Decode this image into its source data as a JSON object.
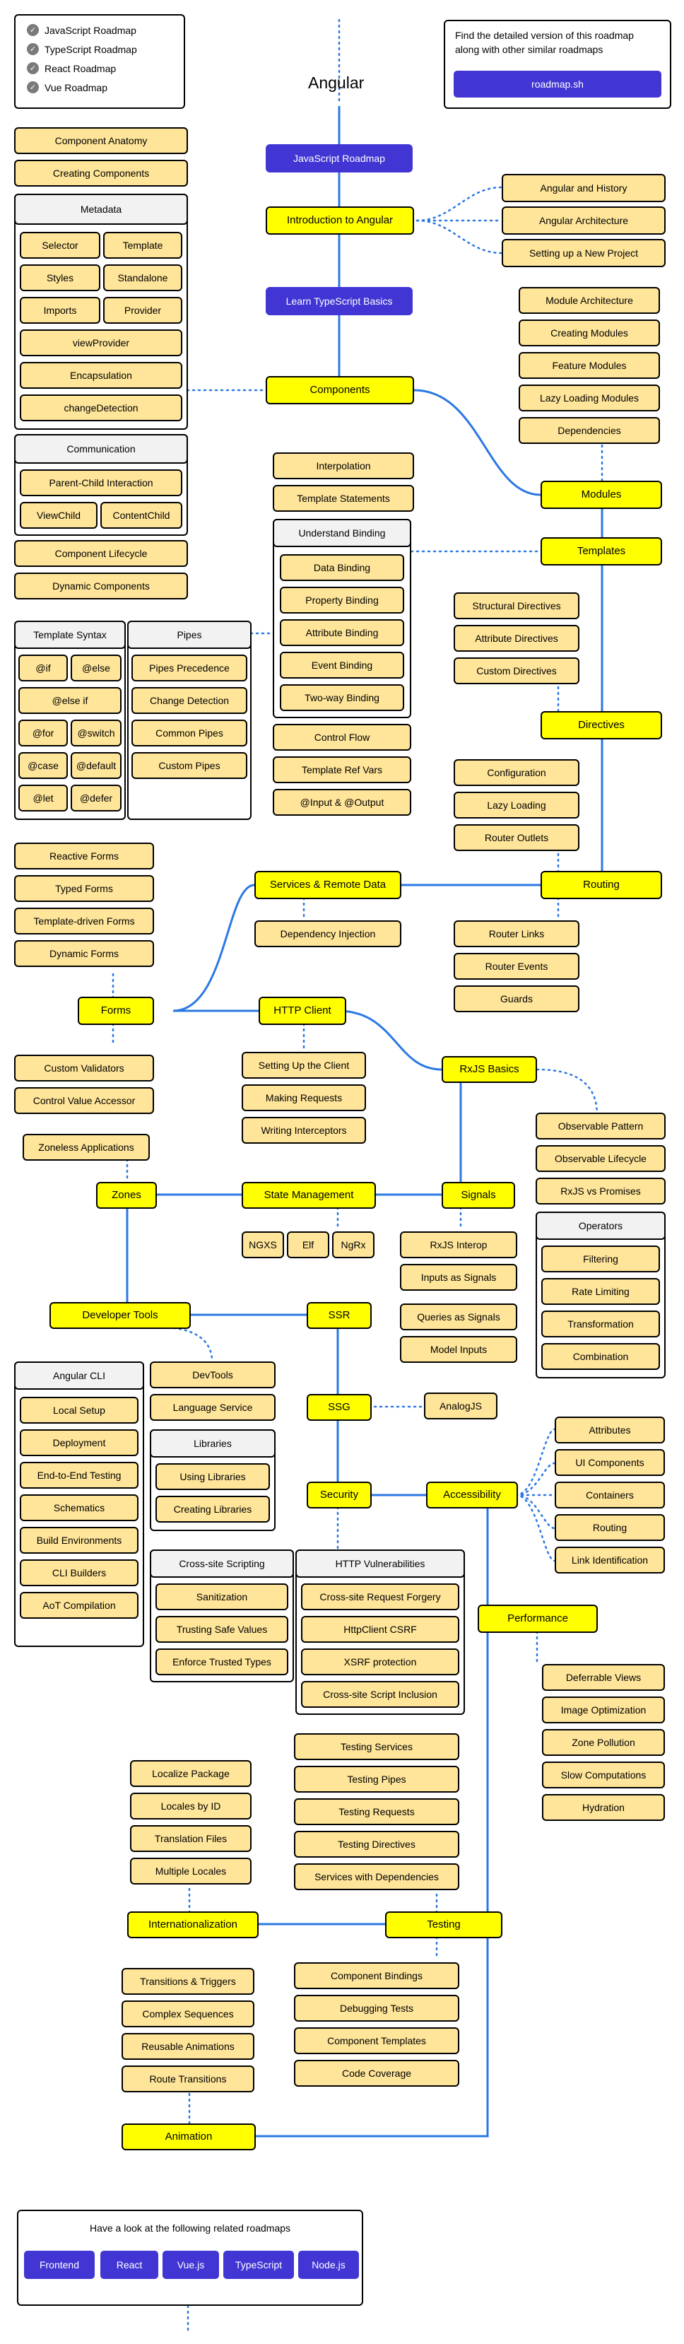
{
  "title": "Angular",
  "legend": [
    "JavaScript Roadmap",
    "TypeScript Roadmap",
    "React Roadmap",
    "Vue Roadmap"
  ],
  "promo": {
    "text": "Find the detailed version of this roadmap along with other similar roadmaps",
    "button": "roadmap.sh"
  },
  "left": {
    "component_anatomy": "Component Anatomy",
    "creating_components": "Creating Components",
    "metadata": {
      "header": "Metadata",
      "items": [
        "Selector",
        "Template",
        "Styles",
        "Standalone",
        "Imports",
        "Provider",
        "viewProvider",
        "Encapsulation",
        "changeDetection"
      ]
    },
    "communication": {
      "header": "Communication",
      "items": [
        "Parent-Child Interaction",
        "ViewChild",
        "ContentChild"
      ]
    },
    "component_lifecycle": "Component Lifecycle",
    "dynamic_components": "Dynamic Components",
    "template_syntax": {
      "header": "Template Syntax",
      "items": [
        "@if",
        "@else",
        "@else if",
        "@for",
        "@switch",
        "@case",
        "@default",
        "@let",
        "@defer"
      ]
    },
    "pipes": {
      "header": "Pipes",
      "items": [
        "Pipes Precedence",
        "Change Detection",
        "Common Pipes",
        "Custom Pipes"
      ]
    }
  },
  "center": {
    "js_roadmap": "JavaScript Roadmap",
    "intro": "Introduction to Angular",
    "ts_basics": "Learn TypeScript Basics",
    "components": "Components",
    "interpolation": "Interpolation",
    "template_statements": "Template Statements",
    "binding": {
      "header": "Understand Binding",
      "items": [
        "Data Binding",
        "Property Binding",
        "Attribute Binding",
        "Event Binding",
        "Two-way Binding"
      ]
    },
    "control_flow": "Control Flow",
    "template_ref_vars": "Template Ref Vars",
    "input_output": "@Input & @Output"
  },
  "right": {
    "intro_items": [
      "Angular and History",
      "Angular Architecture",
      "Setting up a New Project"
    ],
    "module_items": [
      "Module Architecture",
      "Creating Modules",
      "Feature Modules",
      "Lazy Loading Modules",
      "Dependencies"
    ],
    "modules": "Modules",
    "templates": "Templates",
    "directive_items": [
      "Structural Directives",
      "Attribute Directives",
      "Custom Directives"
    ],
    "directives": "Directives",
    "routing_items": [
      "Configuration",
      "Lazy Loading",
      "Router Outlets"
    ],
    "routing": "Routing",
    "routing_items_below": [
      "Router Links",
      "Router Events",
      "Guards"
    ]
  },
  "forms_section": {
    "form_items": [
      "Reactive Forms",
      "Typed Forms",
      "Template-driven Forms",
      "Dynamic Forms"
    ],
    "forms": "Forms",
    "forms_below": [
      "Custom Validators",
      "Control Value Accessor"
    ],
    "services": "Services & Remote Data",
    "di": "Dependency Injection",
    "http_client": "HTTP Client",
    "http_items": [
      "Setting Up the Client",
      "Making Requests",
      "Writing Interceptors"
    ],
    "rxjs": "RxJS Basics",
    "rxjs_items": [
      "Observable Pattern",
      "Observable Lifecycle",
      "RxJS vs Promises"
    ],
    "operators": {
      "header": "Operators",
      "items": [
        "Filtering",
        "Rate Limiting",
        "Transformation",
        "Combination"
      ]
    }
  },
  "state": {
    "zoneless": "Zoneless Applications",
    "zones": "Zones",
    "state_management": "State Management",
    "state_items": [
      "NGXS",
      "Elf",
      "NgRx"
    ],
    "signals": "Signals",
    "signal_items": [
      "RxJS Interop",
      "Inputs as Signals",
      "Queries as Signals",
      "Model Inputs"
    ]
  },
  "tools": {
    "developer_tools": "Developer Tools",
    "cli": {
      "header": "Angular CLI",
      "items": [
        "Local Setup",
        "Deployment",
        "End-to-End Testing",
        "Schematics",
        "Build Environments",
        "CLI Builders",
        "AoT Compilation"
      ]
    },
    "devtools": "DevTools",
    "language_service": "Language Service",
    "libraries": {
      "header": "Libraries",
      "items": [
        "Using Libraries",
        "Creating Libraries"
      ]
    },
    "ssr": "SSR",
    "ssg": "SSG",
    "analogjs": "AnalogJS"
  },
  "security": {
    "security": "Security",
    "accessibility": "Accessibility",
    "a11y_items": [
      "Attributes",
      "UI Components",
      "Containers",
      "Routing",
      "Link Identification"
    ],
    "xss": {
      "header": "Cross-site Scripting",
      "items": [
        "Sanitization",
        "Trusting Safe Values",
        "Enforce Trusted Types"
      ]
    },
    "http_vuln": {
      "header": "HTTP Vulnerabilities",
      "items": [
        "Cross-site Request Forgery",
        "HttpClient CSRF",
        "XSRF protection",
        "Cross-site Script Inclusion"
      ]
    },
    "performance": "Performance",
    "perf_items": [
      "Deferrable Views",
      "Image Optimization",
      "Zone Pollution",
      "Slow Computations",
      "Hydration"
    ]
  },
  "testing_section": {
    "testing_above": [
      "Testing Services",
      "Testing Pipes",
      "Testing Requests",
      "Testing Directives",
      "Services with Dependencies"
    ],
    "i18n_items": [
      "Localize Package",
      "Locales by ID",
      "Translation Files",
      "Multiple Locales"
    ],
    "i18n": "Internationalization",
    "testing": "Testing",
    "testing_below": [
      "Component Bindings",
      "Debugging Tests",
      "Component Templates",
      "Code Coverage"
    ],
    "animation_items": [
      "Transitions & Triggers",
      "Complex Sequences",
      "Reusable Animations",
      "Route Transitions"
    ],
    "animation": "Animation"
  },
  "related": {
    "text": "Have a look at the following related roadmaps",
    "links": [
      "Frontend",
      "React",
      "Vue.js",
      "TypeScript",
      "Node.js"
    ]
  },
  "colors": {
    "topic": "#ffff00",
    "subtopic": "#ffe599",
    "accent": "#4136d4",
    "line": "#2b78e4"
  }
}
